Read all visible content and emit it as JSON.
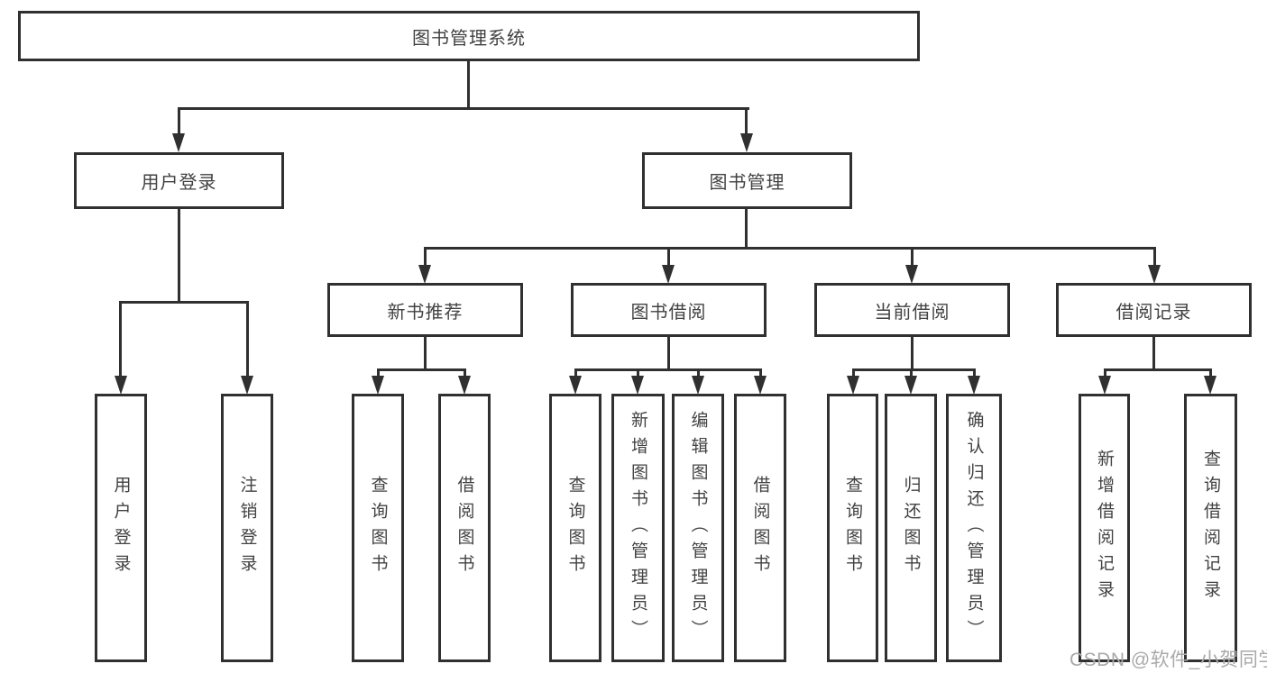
{
  "title": "图书管理系统",
  "level2": [
    {
      "label": "用户登录"
    },
    {
      "label": "图书管理"
    }
  ],
  "level3": [
    {
      "label": "新书推荐"
    },
    {
      "label": "图书借阅"
    },
    {
      "label": "当前借阅"
    },
    {
      "label": "借阅记录"
    }
  ],
  "leaves": {
    "userLogin": [
      "用户登录",
      "注销登录"
    ],
    "newBooks": [
      "查询图书",
      "借阅图书"
    ],
    "borrow": [
      "查询图书",
      "新增图书（管理员）",
      "编辑图书（管理员）",
      "借阅图书"
    ],
    "current": [
      "查询图书",
      "归还图书",
      "确认归还（管理员）"
    ],
    "records": [
      "新增借阅记录",
      "查询借阅记录"
    ]
  },
  "watermark": "CSDN @软件_小贺同学"
}
